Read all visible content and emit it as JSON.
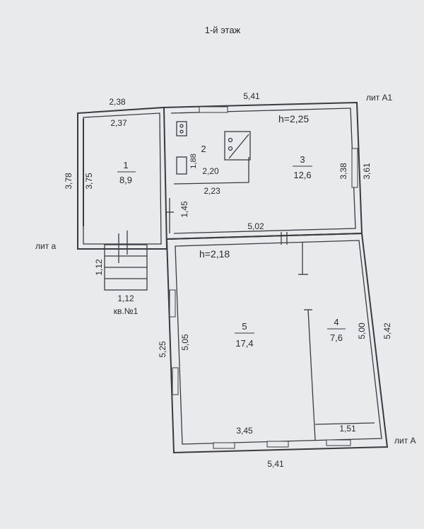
{
  "title": "1-й этаж",
  "labels": {
    "lit_a1": "лит А1",
    "lit_a": "лит а",
    "lit_A": "лит А",
    "apt": "кв.№1"
  },
  "heights": {
    "h_upper": "h=2,25",
    "h_lower": "h=2,18"
  },
  "rooms": [
    {
      "num": "1",
      "area": "8,9"
    },
    {
      "num": "2"
    },
    {
      "num": "3",
      "area": "12,6"
    },
    {
      "num": "4",
      "area": "7,6"
    },
    {
      "num": "5",
      "area": "17,4"
    }
  ],
  "dims": {
    "top_left_outer": "2,38",
    "top_left_inner": "2,37",
    "top_right_outer": "5,41",
    "left_outer": "3,78",
    "left_inner": "3,75",
    "r2_height": "1,88",
    "r2_inner_width": "2,20",
    "r2_outer_width": "2,23",
    "vestibule": "1,45",
    "r3_inner_height": "3,38",
    "r3_outer_height": "3,61",
    "mid_width": "5,02",
    "porch_h": "1,12",
    "porch_w": "1,12",
    "lower_left_outer": "5,25",
    "lower_left_inner": "5,05",
    "r4_height": "5,00",
    "lower_right_outer": "5,42",
    "r5_bottom": "3,45",
    "r4_bottom": "1,51",
    "bottom_outer": "5,41"
  }
}
